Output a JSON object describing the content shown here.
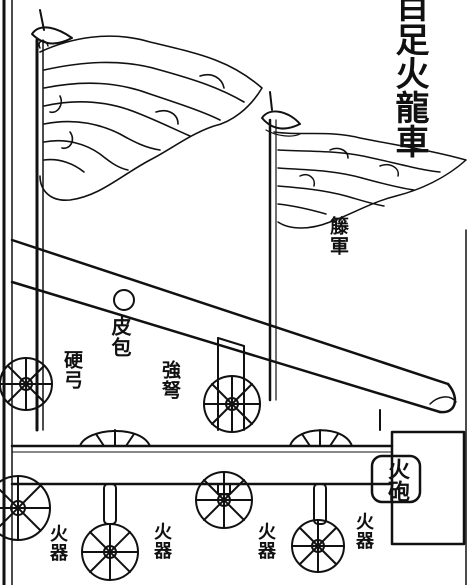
{
  "illustration": {
    "title": "百足火龍車",
    "labels": {
      "tengjun": "籐軍",
      "pibao": "皮包",
      "qiangnu": "強弩",
      "yingong": "硬弓",
      "huoqi1": "火器",
      "huoqi2": "火器",
      "huoqi3": "火器",
      "huoqi4": "火器",
      "plaque": "火砲"
    },
    "colors": {
      "ink": "#111111",
      "paper": "#ffffff"
    }
  }
}
